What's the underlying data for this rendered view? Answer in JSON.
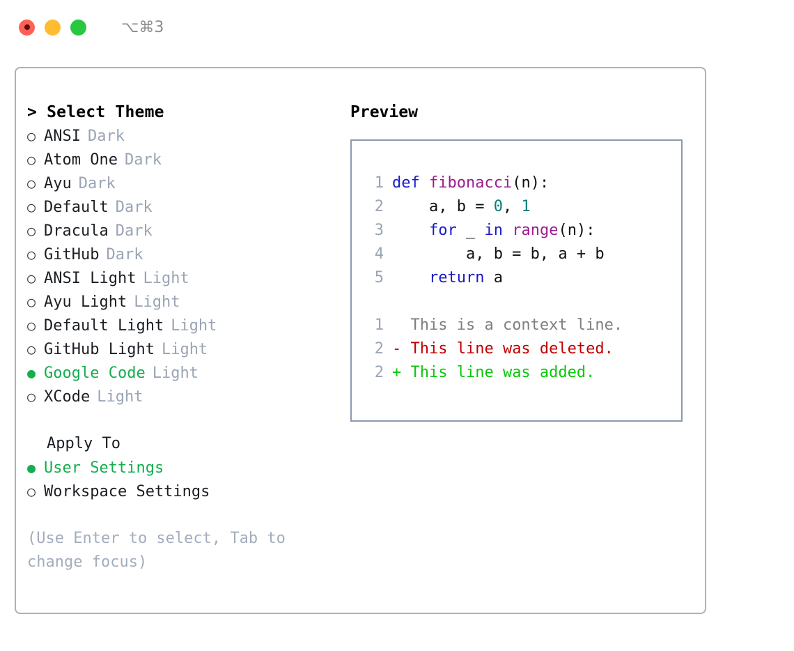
{
  "titlebar": {
    "shortcut": "⌥⌘3",
    "buttons": [
      {
        "name": "close",
        "color": "#ff5f57"
      },
      {
        "name": "minimize",
        "color": "#febc2e"
      },
      {
        "name": "maximize",
        "color": "#28c840"
      }
    ]
  },
  "theme_list": {
    "header": "> Select Theme",
    "items": [
      {
        "label": "ANSI",
        "category": "Dark",
        "selected": false,
        "bullet": "○"
      },
      {
        "label": "Atom One",
        "category": "Dark",
        "selected": false,
        "bullet": "○"
      },
      {
        "label": "Ayu",
        "category": "Dark",
        "selected": false,
        "bullet": "○"
      },
      {
        "label": "Default",
        "category": "Dark",
        "selected": false,
        "bullet": "○"
      },
      {
        "label": "Dracula",
        "category": "Dark",
        "selected": false,
        "bullet": "○"
      },
      {
        "label": "GitHub",
        "category": "Dark",
        "selected": false,
        "bullet": "○"
      },
      {
        "label": "ANSI Light",
        "category": "Light",
        "selected": false,
        "bullet": "○"
      },
      {
        "label": "Ayu Light",
        "category": "Light",
        "selected": false,
        "bullet": "○"
      },
      {
        "label": "Default Light",
        "category": "Light",
        "selected": false,
        "bullet": "○"
      },
      {
        "label": "GitHub Light",
        "category": "Light",
        "selected": false,
        "bullet": "○"
      },
      {
        "label": "Google Code",
        "category": "Light",
        "selected": true,
        "bullet": "●"
      },
      {
        "label": "XCode",
        "category": "Light",
        "selected": false,
        "bullet": "○"
      }
    ]
  },
  "apply_to": {
    "title": "Apply To",
    "options": [
      {
        "label": "User Settings",
        "selected": true,
        "bullet": "●"
      },
      {
        "label": "Workspace Settings",
        "selected": false,
        "bullet": "○"
      }
    ]
  },
  "hint": "(Use Enter to select, Tab to change focus)",
  "preview": {
    "title": "Preview",
    "code_lines": [
      {
        "number": "1",
        "tokens": [
          {
            "text": "def ",
            "type": "kw"
          },
          {
            "text": "fibonacci",
            "type": "fn"
          },
          {
            "text": "(n):",
            "type": "pl"
          }
        ]
      },
      {
        "number": "2",
        "tokens": [
          {
            "text": "    a, b = ",
            "type": "pl"
          },
          {
            "text": "0",
            "type": "num"
          },
          {
            "text": ", ",
            "type": "pl"
          },
          {
            "text": "1",
            "type": "num"
          }
        ]
      },
      {
        "number": "3",
        "tokens": [
          {
            "text": "    ",
            "type": "pl"
          },
          {
            "text": "for",
            "type": "kw"
          },
          {
            "text": " _ ",
            "type": "pl"
          },
          {
            "text": "in",
            "type": "kw"
          },
          {
            "text": " ",
            "type": "pl"
          },
          {
            "text": "range",
            "type": "fn"
          },
          {
            "text": "(n):",
            "type": "pl"
          }
        ]
      },
      {
        "number": "4",
        "tokens": [
          {
            "text": "        a, b = b, a + b",
            "type": "pl"
          }
        ]
      },
      {
        "number": "5",
        "tokens": [
          {
            "text": "    ",
            "type": "pl"
          },
          {
            "text": "return",
            "type": "kw"
          },
          {
            "text": " a",
            "type": "pl"
          }
        ]
      }
    ],
    "diff_lines": [
      {
        "number": "1",
        "marker": " ",
        "text": " This is a context line.",
        "type": "context"
      },
      {
        "number": "2",
        "marker": "-",
        "text": " This line was deleted.",
        "type": "deleted"
      },
      {
        "number": "2",
        "marker": "+",
        "text": " This line was added.",
        "type": "added"
      }
    ]
  },
  "colors": {
    "accent_green": "#14ae4e",
    "panel_border": "#a9b2c1",
    "preview_border": "#8e99ae",
    "muted_text": "#9aa4b4",
    "hint_text": "#a3adbd",
    "keyword": "#1a1ac8",
    "function": "#9c1d8c",
    "number": "#0b7c7c",
    "diff_context": "#7f7f7f",
    "diff_deleted": "#c00000",
    "diff_added": "#0ac70a"
  }
}
